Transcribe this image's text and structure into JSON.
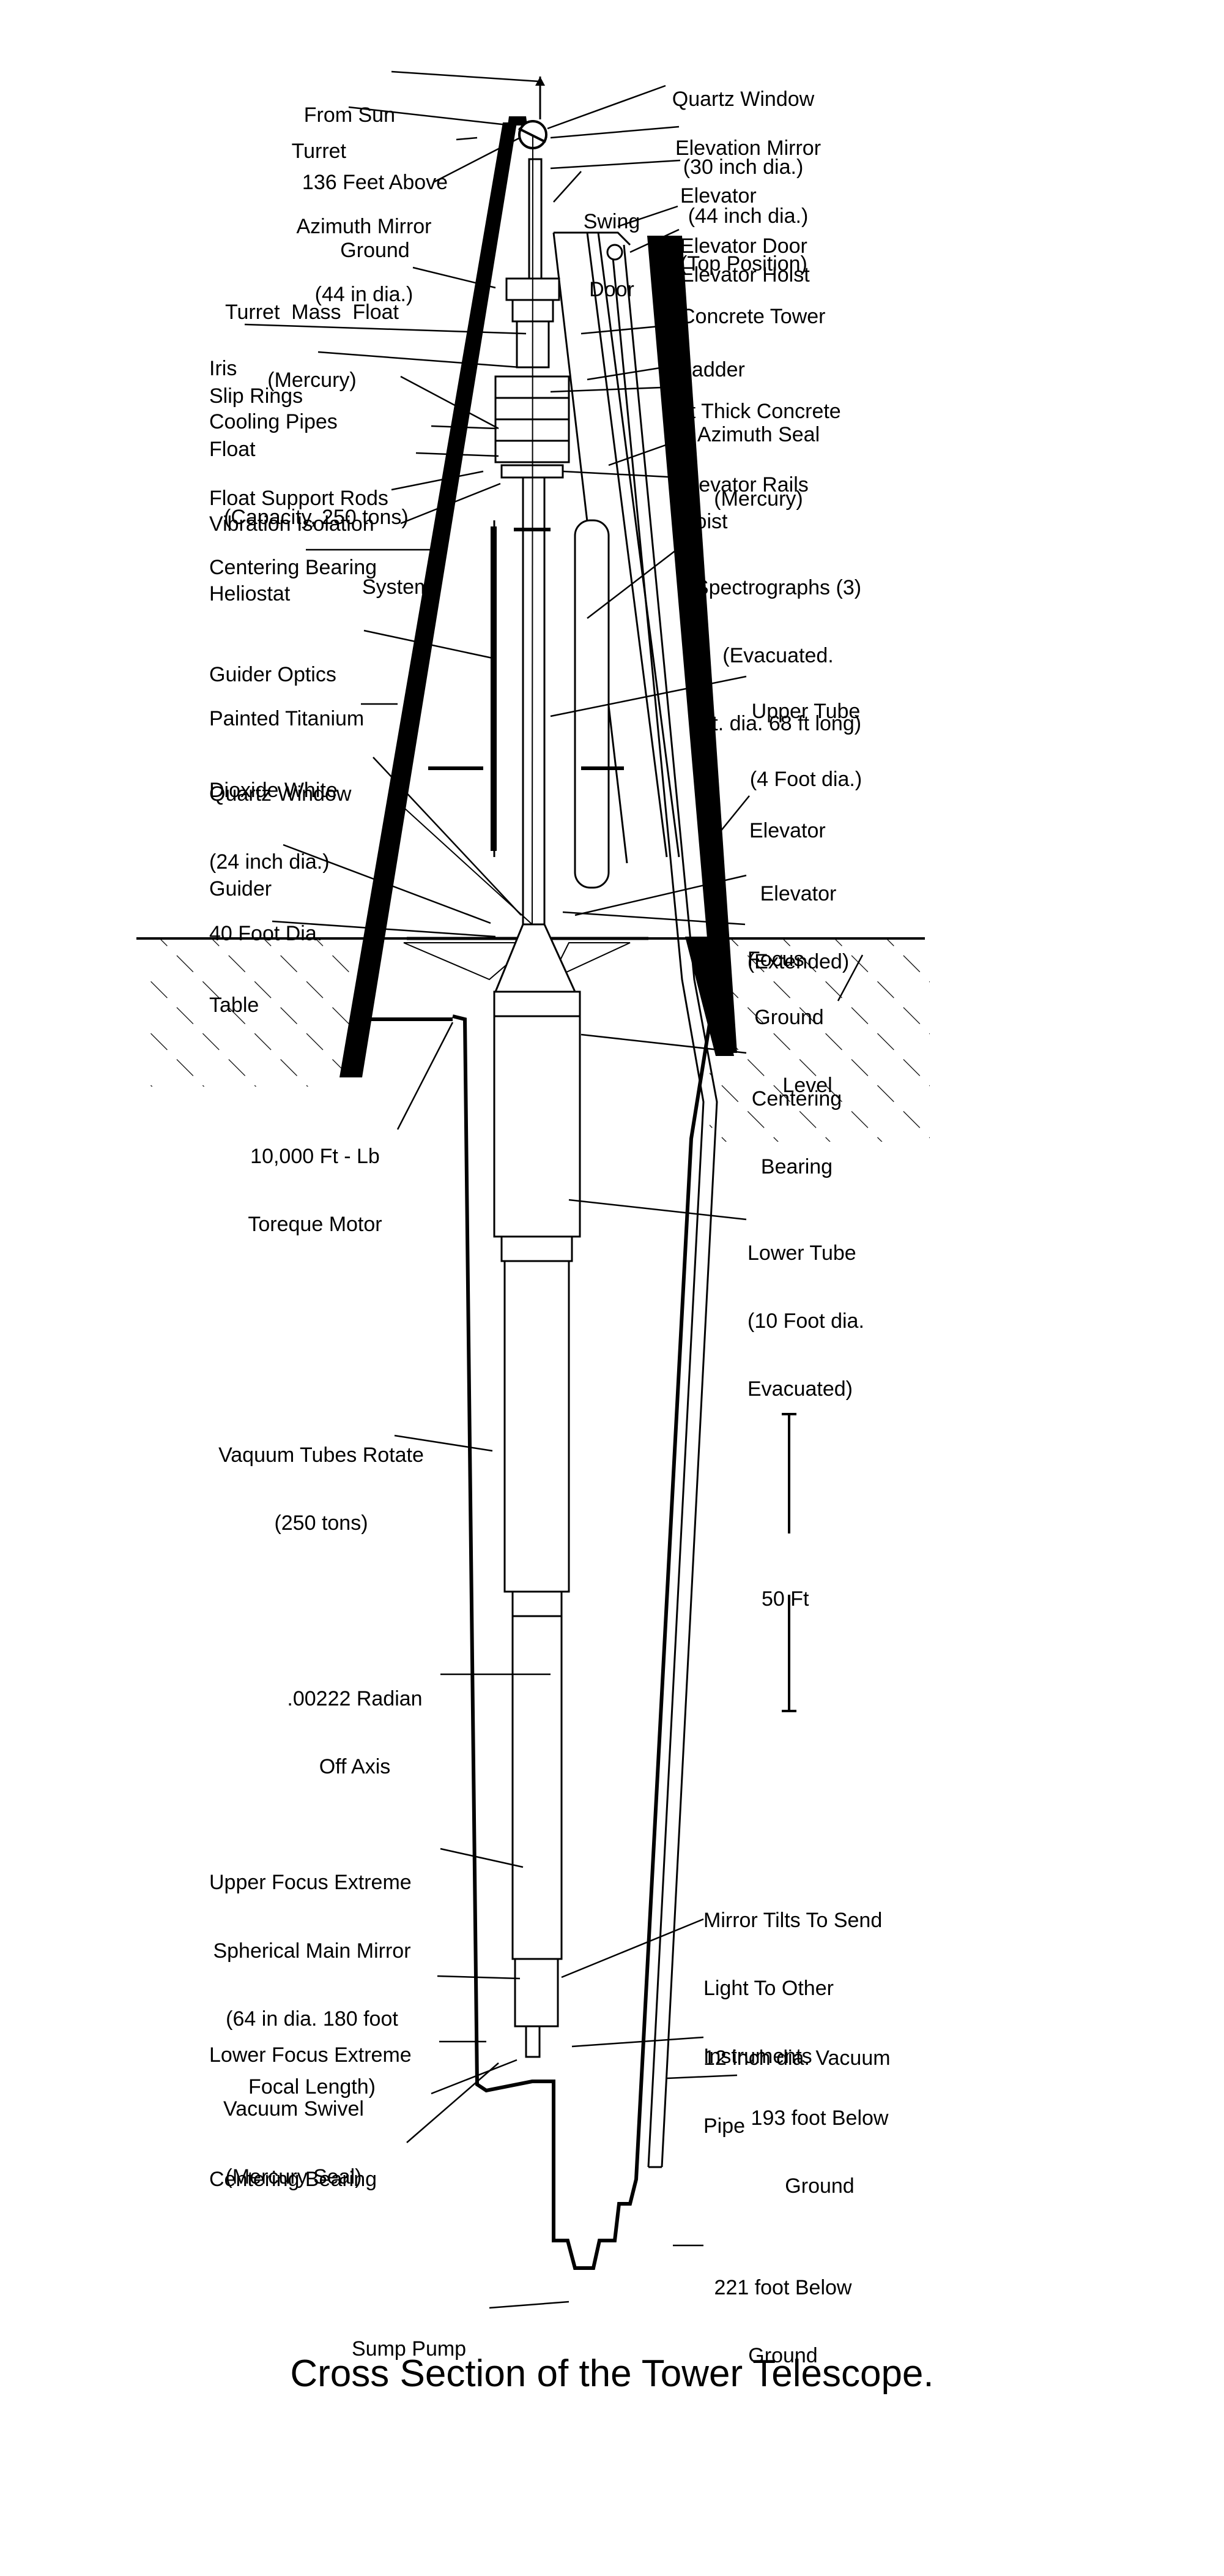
{
  "caption": "Cross Section of the Tower Telescope.",
  "labels": {
    "from_sun": [
      "From Sun"
    ],
    "turret": [
      "Turret"
    ],
    "height_above_ground": [
      "136 Feet Above",
      "Ground"
    ],
    "azimuth_mirror": [
      "Azimuth Mirror",
      "(44 in dia.)"
    ],
    "turret_mass_float": [
      "Turret  Mass  Float",
      "(Mercury)"
    ],
    "iris": [
      "Iris"
    ],
    "slip_rings": [
      "Slip Rings"
    ],
    "cooling_pipes": [
      "Cooling Pipes"
    ],
    "float": [
      "Float",
      "(Capacity, 250 tons)"
    ],
    "float_support_rods": [
      "Float Support Rods"
    ],
    "vibration_isolation": [
      "Vibration Isolation",
      "System"
    ],
    "centering_bearing_top": [
      "Centering Bearing"
    ],
    "heliostat": [
      "Heliostat"
    ],
    "guider_optics": [
      "Guider Optics"
    ],
    "painted_titanium": [
      "Painted Titanium",
      "Dioxide White"
    ],
    "quartz_window_24": [
      "Quartz Window",
      "(24 inch dia.)"
    ],
    "guider": [
      "Guider"
    ],
    "table": [
      "40 Foot Dia.",
      "Table"
    ],
    "torque_motor": [
      "10,000 Ft - Lb",
      "Toreque Motor"
    ],
    "vacuum_tubes_rotate": [
      "Vaquum Tubes Rotate",
      "(250 tons)"
    ],
    "off_axis": [
      ".00222 Radian",
      "Off Axis"
    ],
    "upper_focus_extreme": [
      "Upper Focus Extreme"
    ],
    "spherical_main_mirror": [
      "Spherical Main Mirror",
      "(64 in dia. 180 foot",
      "Focal Length)"
    ],
    "lower_focus_extreme": [
      "Lower Focus Extreme"
    ],
    "vacuum_swivel": [
      "Vacuum Swivel",
      "(Mercury Seal)"
    ],
    "centering_bearing_bottom": [
      "Centering Bearing"
    ],
    "sump_pump": [
      "Sump Pump"
    ],
    "quartz_window_30": [
      "Quartz Window",
      "(30 inch dia.)"
    ],
    "elevation_mirror": [
      "Elevation Mirror",
      "(44 inch dia.)"
    ],
    "elevator_top": [
      "Elevator",
      "(Top Position)"
    ],
    "swing_door": [
      "Swing",
      "Door"
    ],
    "elevator_door": [
      "Elevator Door"
    ],
    "elevator_hoist": [
      "Elevator Hoist"
    ],
    "concrete_tower": [
      "Concrete Tower"
    ],
    "ladder": [
      "Ladder"
    ],
    "thick_concrete": [
      "3 ft Thick Concrete"
    ],
    "azimuth_seal": [
      "Azimuth Seal",
      "(Mercury)"
    ],
    "elevator_rails": [
      "Elevator Rails"
    ],
    "hoist": [
      "Hoist"
    ],
    "spectrographs": [
      "Spectrographs (3)",
      "(Evacuated.",
      "5ft. dia. 68 ft long)"
    ],
    "upper_tube": [
      "Upper Tube",
      "(4 Foot dia.)"
    ],
    "elevator": [
      "Elevator"
    ],
    "elevator_extended": [
      "Elevator",
      "(Extended)"
    ],
    "focus": [
      "Focus"
    ],
    "ground_level": [
      "Ground",
      "Level"
    ],
    "centering_bearing_mid": [
      "Centering",
      "Bearing"
    ],
    "lower_tube": [
      "Lower Tube",
      "(10 Foot dia.",
      "Evacuated)"
    ],
    "scale_50ft": [
      "50 Ft"
    ],
    "mirror_tilts": [
      "Mirror Tilts To Send",
      "Light To Other",
      "Instruments"
    ],
    "vacuum_pipe": [
      "12 inch dia. Vacuum",
      "Pipe"
    ],
    "depth_193": [
      "193 foot Below",
      "Ground"
    ],
    "depth_221": [
      "221 foot Below",
      "Ground"
    ]
  }
}
